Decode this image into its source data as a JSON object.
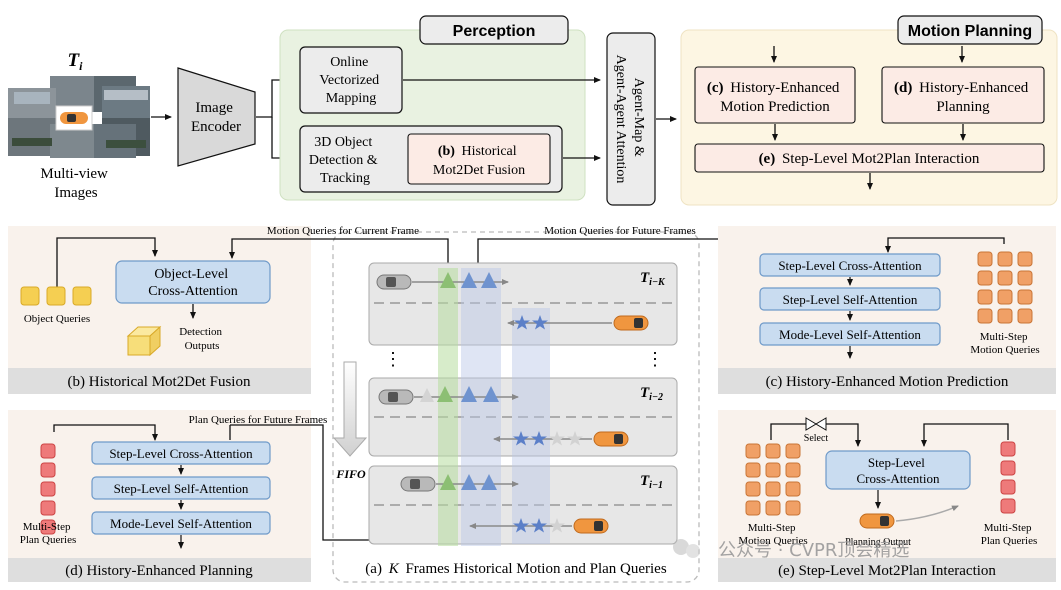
{
  "top": {
    "ti_label": "T",
    "ti_sub": "i",
    "multiview_label": [
      "Multi-view",
      "Images"
    ],
    "image_encoder": [
      "Image",
      "Encoder"
    ],
    "perception_title": "Perception",
    "online_mapping": [
      "Online",
      "Vectorized",
      "Mapping"
    ],
    "detection_tracking": [
      "3D Object",
      "Detection &",
      "Tracking"
    ],
    "historical_fusion_tag": "(b)",
    "historical_fusion": [
      "Historical",
      "Mot2Det Fusion"
    ],
    "agent_attention": [
      "Agent-Map &",
      "Agent-Agent Attention"
    ],
    "motion_planning_title": "Motion Planning",
    "motion_prediction_tag": "(c)",
    "motion_prediction": [
      "History-Enhanced",
      "Motion Prediction"
    ],
    "planning_tag": "(d)",
    "planning": [
      "History-Enhanced",
      "Planning"
    ],
    "interaction_tag": "(e)",
    "interaction": "Step-Level Mot2Plan Interaction"
  },
  "panel_b": {
    "cross_attention": [
      "Object-Level",
      "Cross-Attention"
    ],
    "object_queries": "Object Queries",
    "detection_outputs": [
      "Detection",
      "Outputs"
    ],
    "caption": "(b) Historical Mot2Det Fusion"
  },
  "panel_a": {
    "current_frame_label": "Motion Queries for Current Frame",
    "future_frames_label": "Motion Queries for Future Frames",
    "frame_labels": [
      {
        "base": "T",
        "sub": "i−K"
      },
      {
        "base": "T",
        "sub": "i−2"
      },
      {
        "base": "T",
        "sub": "i−1"
      }
    ],
    "ellipsis": "⋮",
    "fifo": "FIFO",
    "caption_tag": "(a)",
    "caption_k": "K",
    "caption_rest": "Frames Historical Motion and Plan Queries"
  },
  "panel_c": {
    "steps": [
      "Step-Level Cross-Attention",
      "Step-Level Self-Attention",
      "Mode-Level Self-Attention"
    ],
    "queries_label": [
      "Multi-Step",
      "Motion Queries"
    ],
    "caption": "(c) History-Enhanced Motion Prediction"
  },
  "panel_d": {
    "plan_queries_label": "Plan Queries for Future Frames",
    "steps": [
      "Step-Level Cross-Attention",
      "Step-Level Self-Attention",
      "Mode-Level Self-Attention"
    ],
    "queries_label": [
      "Multi-Step",
      "Plan Queries"
    ],
    "caption": "(d) History-Enhanced Planning"
  },
  "panel_e": {
    "select": "Select",
    "cross_attention": [
      "Step-Level",
      "Cross-Attention"
    ],
    "motion_queries_label": [
      "Multi-Step",
      "Motion Queries"
    ],
    "planning_output": "Planning Output",
    "plan_queries_label": [
      "Multi-Step",
      "Plan Queries"
    ],
    "caption": "(e) Step-Level Mot2Plan Interaction"
  },
  "watermark": "公众号 · CVPR顶会精选",
  "colors": {
    "perception_bg": "#e9f2e1",
    "planning_bg": "#fdf6e3",
    "gray_box": "#ececec",
    "blue_box": "#c9dcf0",
    "blue_border": "#6f9ac9",
    "pink_box": "#fcebe5",
    "panel_bg": "#f9f2ec",
    "caption_bg": "#dedede",
    "yellow_query": "#f5cf52",
    "orange_query": "#f0a066",
    "red_query": "#ee7a7a",
    "green_band": "#b7dc9f",
    "blue_band": "#b7c6e6",
    "triangle": "#6f93cf",
    "star": "#5b7fc8"
  }
}
